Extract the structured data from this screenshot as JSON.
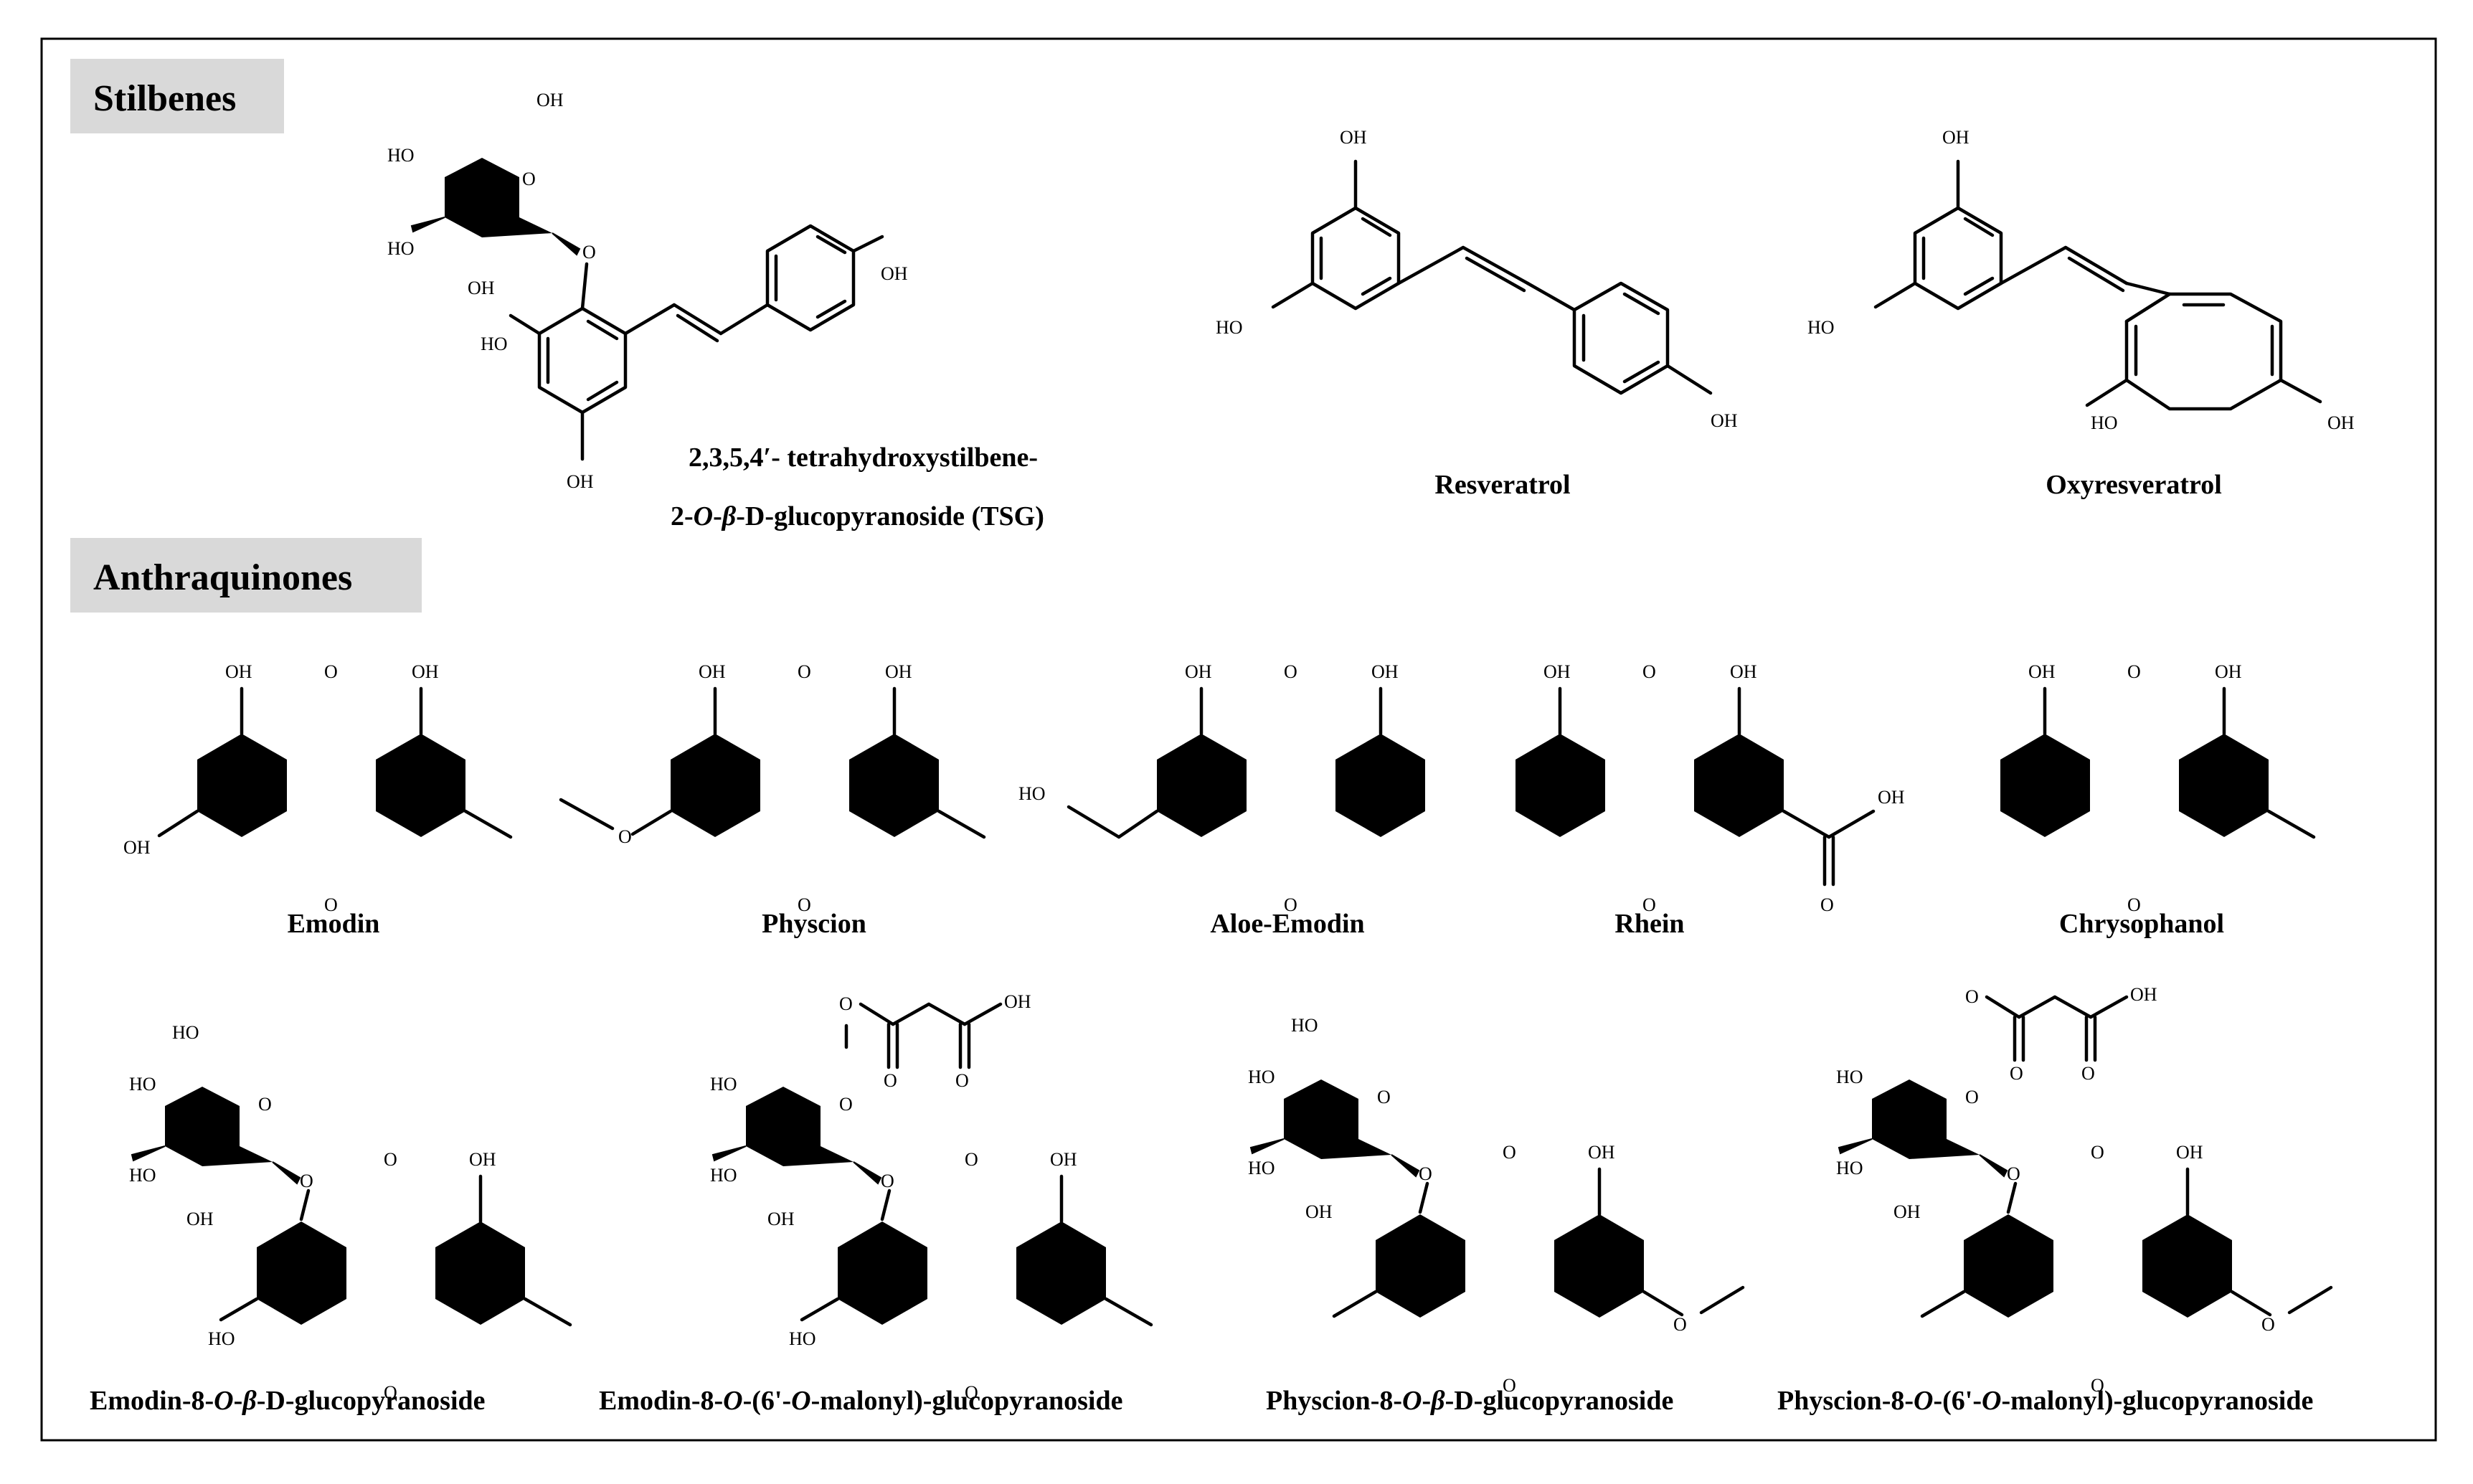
{
  "sections": [
    {
      "label": "Stilbenes"
    },
    {
      "label": "Anthraquinones"
    }
  ],
  "compounds": [
    {
      "name_line1": "2,3,5,4′- tetrahydroxystilbene-",
      "name_line2_pre": "2-",
      "name_line2_o": "O",
      "name_line2_mid": "-",
      "name_line2_beta": "β",
      "name_line2_post": "-D-glucopyranoside  (TSG)"
    },
    {
      "name": "Resveratrol"
    },
    {
      "name": "Oxyresveratrol"
    },
    {
      "name": "Emodin"
    },
    {
      "name": "Physcion"
    },
    {
      "name": "Aloe-Emodin"
    },
    {
      "name": "Rhein"
    },
    {
      "name": "Chrysophanol"
    },
    {
      "pre": "Emodin-8-",
      "o1": "O",
      "mid": "-",
      "beta": "β",
      "post": "-D-glucopyranoside"
    },
    {
      "pre": "Emodin-8-",
      "o1": "O",
      "mid": "-(6'-",
      "o2": "O",
      "post": "-malonyl)-glucopyranoside"
    },
    {
      "pre": "Physcion-8-",
      "o1": "O",
      "mid": "-",
      "beta": "β",
      "post": "-D-glucopyranoside"
    },
    {
      "pre": "Physcion-8-",
      "o1": "O",
      "mid": "-(6'-",
      "o2": "O",
      "post": "-malonyl)-glucopyranoside"
    }
  ],
  "atom_labels": {
    "oh": "OH",
    "ho": "HO",
    "o": "O"
  }
}
